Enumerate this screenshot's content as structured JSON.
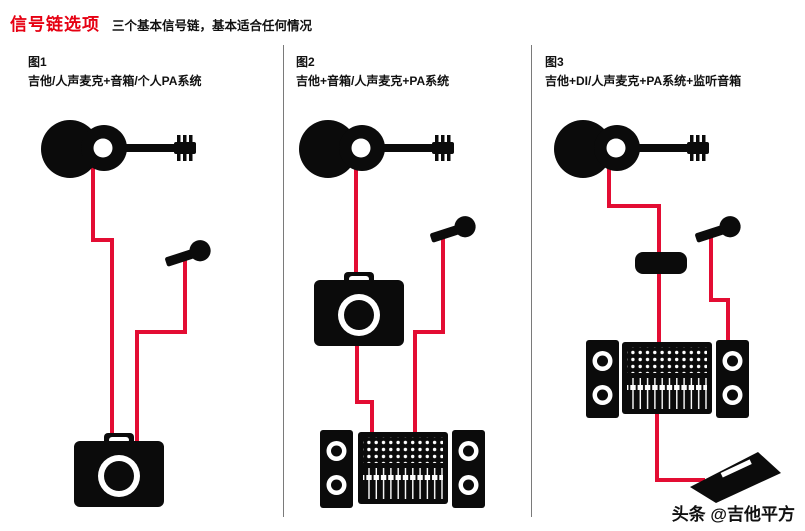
{
  "page": {
    "title": "信号链选项",
    "subtitle": "三个基本信号链，基本适合任何情况",
    "watermark": "头条 @吉他平方"
  },
  "colors": {
    "title_red": "#e60012",
    "cable_red": "#e30d33",
    "icon_black": "#0b0b0b",
    "divider_gray": "#7a7a7a",
    "background": "#ffffff"
  },
  "panels": [
    {
      "label": "图1",
      "caption": "吉他/人声麦克+音箱/个人PA系统",
      "icons": [
        "acoustic-guitar-icon",
        "microphone-icon",
        "combo-amp-icon"
      ]
    },
    {
      "label": "图2",
      "caption": "吉他+音箱/人声麦克+PA系统",
      "icons": [
        "acoustic-guitar-icon",
        "microphone-icon",
        "combo-amp-icon",
        "pa-system-icon"
      ]
    },
    {
      "label": "图3",
      "caption": "吉他+DI/人声麦克+PA系统+监听音箱",
      "icons": [
        "acoustic-guitar-icon",
        "microphone-icon",
        "di-box-icon",
        "pa-system-icon",
        "monitor-wedge-icon"
      ]
    }
  ]
}
